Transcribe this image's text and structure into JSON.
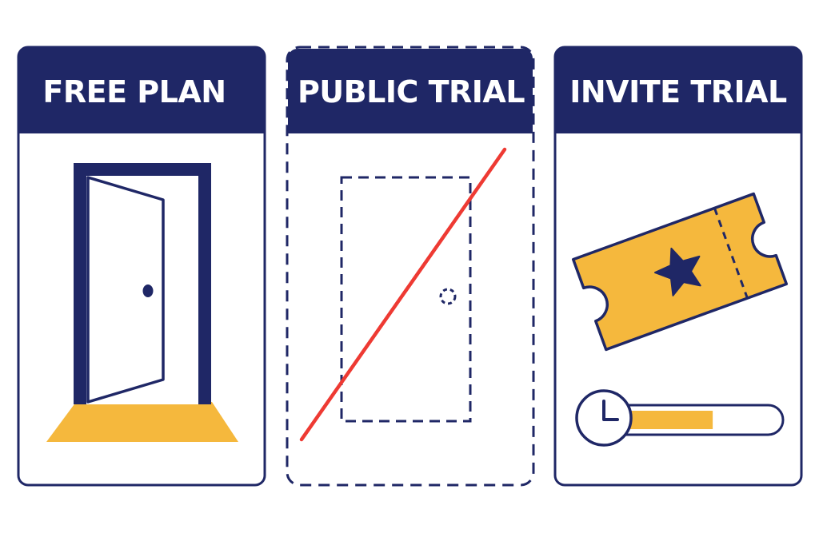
{
  "colors": {
    "navy": "#1f2766",
    "gold": "#f5b83d",
    "red": "#ee3a33",
    "white": "#ffffff"
  },
  "cards": [
    {
      "id": "free-plan",
      "title": "FREE PLAN",
      "illustration": "open-door-icon",
      "border_style": "solid"
    },
    {
      "id": "public-trial",
      "title": "PUBLIC TRIAL",
      "illustration": "crossed-out-dashed-door-icon",
      "border_style": "dashed"
    },
    {
      "id": "invite-trial",
      "title": "INVITE TRIAL",
      "illustration": "ticket-star-icon",
      "border_style": "solid",
      "time_remaining_fraction": 0.6
    }
  ]
}
